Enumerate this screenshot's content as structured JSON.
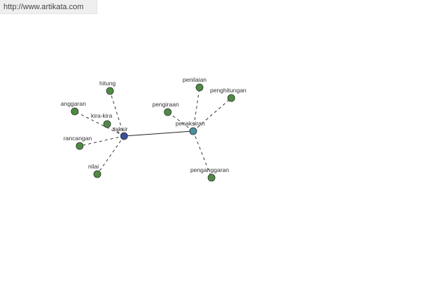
{
  "banner": {
    "url_text": "http://www.artikata.com"
  },
  "graph": {
    "edge_color": "#222222",
    "node_stroke": "#333333",
    "nodes": [
      {
        "id": "taksir",
        "label": "taksir",
        "role": "hub",
        "color": "#3d4e98"
      },
      {
        "id": "penaksiran",
        "label": "penaksiran",
        "role": "hub",
        "color": "#4a8ea0"
      },
      {
        "id": "hitung",
        "label": "hitung",
        "role": "leaf",
        "color": "#4f8a43"
      },
      {
        "id": "anggaran",
        "label": "anggaran",
        "role": "leaf",
        "color": "#4f8a43"
      },
      {
        "id": "kira-kira",
        "label": "kira-kira",
        "role": "leaf",
        "color": "#4f8a43"
      },
      {
        "id": "rancangan",
        "label": "rancangan",
        "role": "leaf",
        "color": "#4f8a43"
      },
      {
        "id": "nilai",
        "label": "nilai",
        "role": "leaf",
        "color": "#4f8a43"
      },
      {
        "id": "pengiraan",
        "label": "pengiraan",
        "role": "leaf",
        "color": "#4f8a43"
      },
      {
        "id": "penilaian",
        "label": "penilaian",
        "role": "leaf",
        "color": "#4f8a43"
      },
      {
        "id": "penghitungan",
        "label": "penghitungan",
        "role": "leaf",
        "color": "#4f8a43"
      },
      {
        "id": "penganggaran",
        "label": "penganggaran",
        "role": "leaf",
        "color": "#4f8a43"
      }
    ],
    "edges": [
      {
        "from": "taksir",
        "to": "penaksiran",
        "style": "solid"
      },
      {
        "from": "taksir",
        "to": "hitung",
        "style": "dashed"
      },
      {
        "from": "taksir",
        "to": "anggaran",
        "style": "dashed"
      },
      {
        "from": "taksir",
        "to": "kira-kira",
        "style": "dashed"
      },
      {
        "from": "taksir",
        "to": "rancangan",
        "style": "dashed"
      },
      {
        "from": "taksir",
        "to": "nilai",
        "style": "dashed"
      },
      {
        "from": "penaksiran",
        "to": "pengiraan",
        "style": "dashed"
      },
      {
        "from": "penaksiran",
        "to": "penilaian",
        "style": "dashed"
      },
      {
        "from": "penaksiran",
        "to": "penghitungan",
        "style": "dashed"
      },
      {
        "from": "penaksiran",
        "to": "penganggaran",
        "style": "dashed"
      }
    ]
  }
}
